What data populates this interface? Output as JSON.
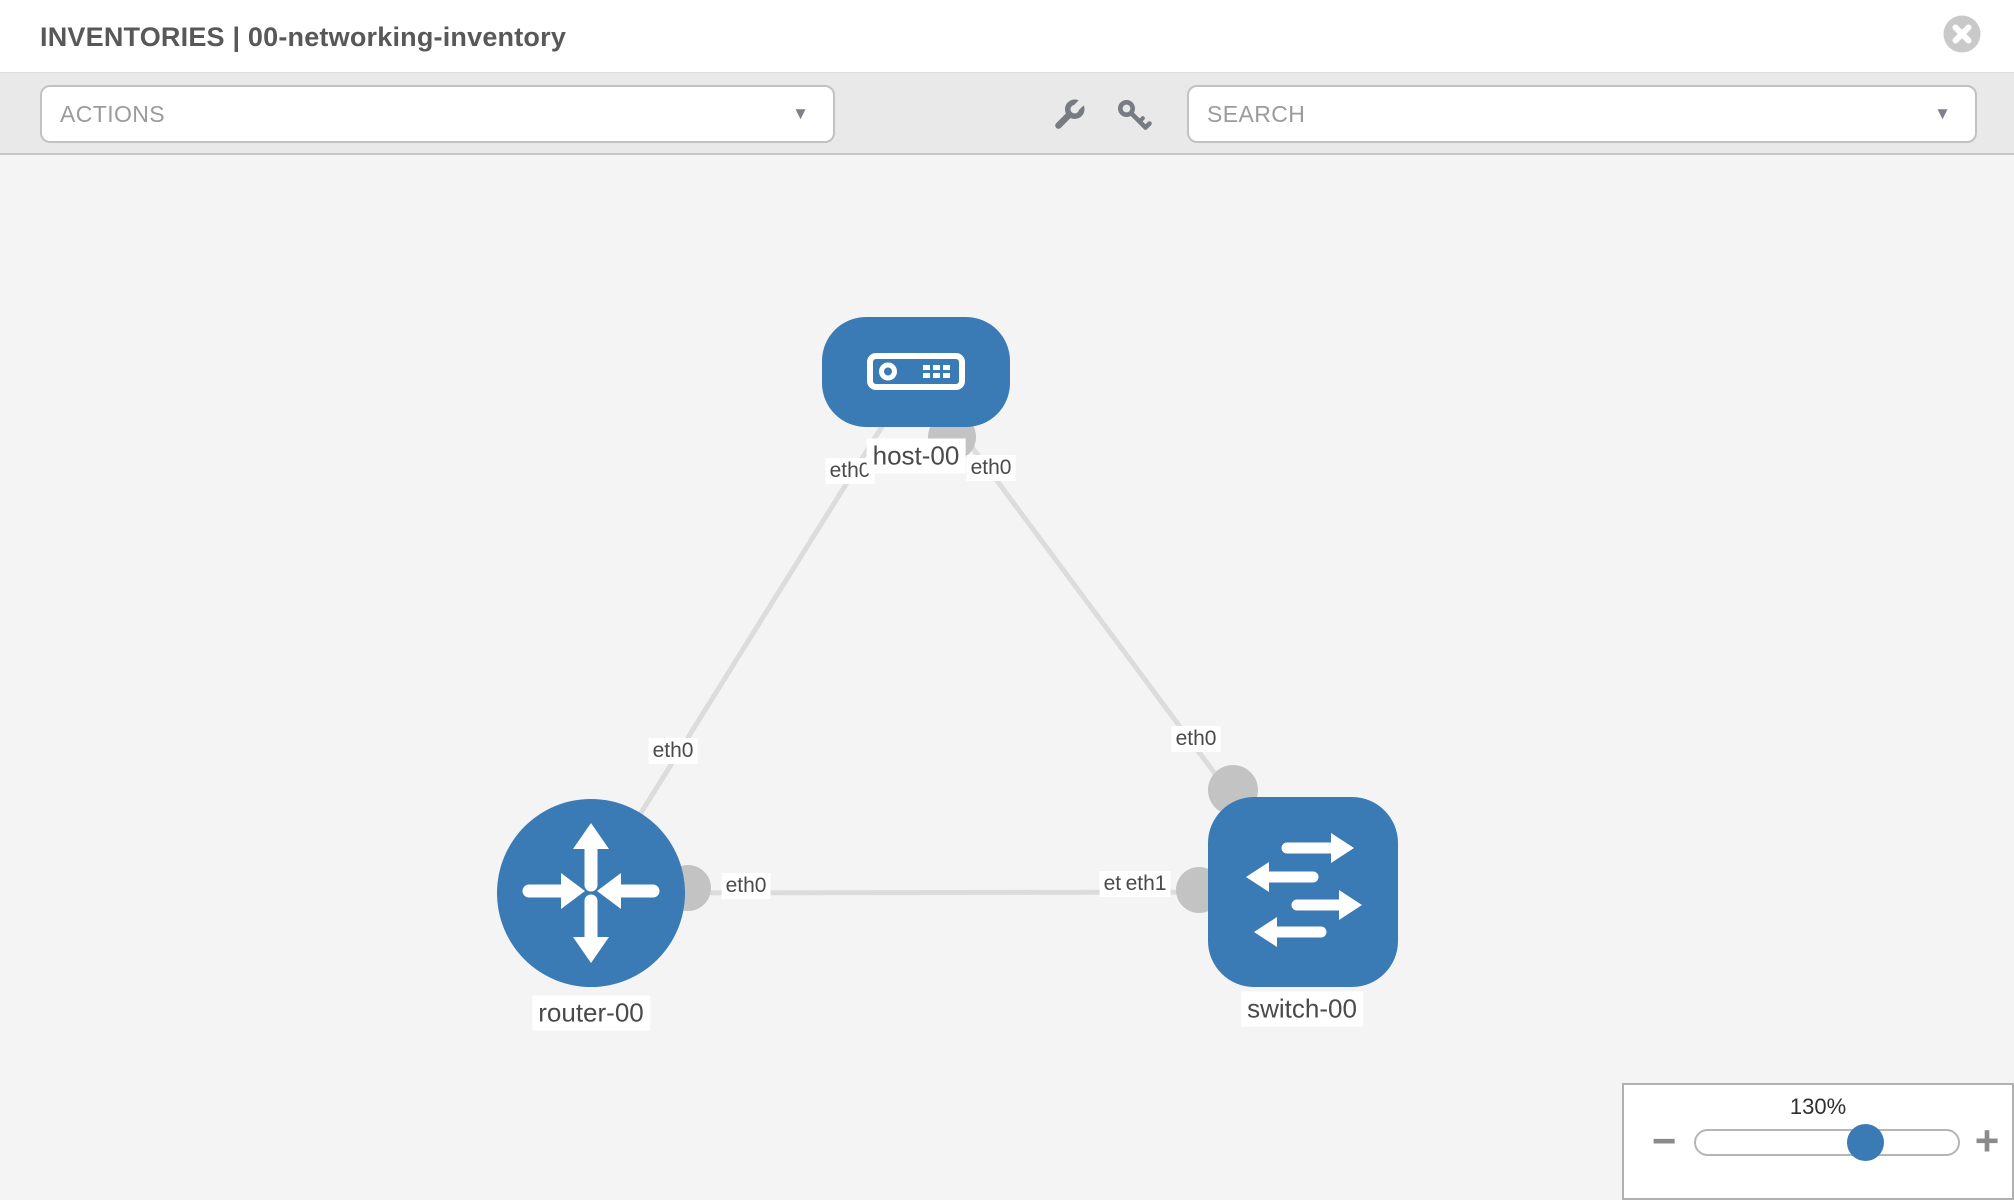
{
  "window": {
    "title": "INVENTORIES | 00-networking-inventory"
  },
  "toolbar": {
    "actions_label": "ACTIONS",
    "search_placeholder": "SEARCH"
  },
  "icons": {
    "close": "x-circle",
    "wrench": "wrench",
    "key": "key",
    "caret": "▼",
    "zoom_out": "−",
    "zoom_in": "+"
  },
  "graph": {
    "nodes": [
      {
        "id": "host-00",
        "label": "host-00",
        "type": "host"
      },
      {
        "id": "router-00",
        "label": "router-00",
        "type": "router"
      },
      {
        "id": "switch-00",
        "label": "switch-00",
        "type": "switch"
      }
    ],
    "links": [
      {
        "source": "router-00",
        "source_iface": "eth0",
        "target": "host-00",
        "target_iface": "eth0"
      },
      {
        "source": "host-00",
        "source_iface": "eth0",
        "target": "switch-00",
        "target_iface": "eth0"
      },
      {
        "source": "router-00",
        "source_iface": "eth0",
        "target": "switch-00",
        "target_iface": "eth1"
      }
    ],
    "iface_labels": {
      "host_to_router": "eth0",
      "host_to_switch": "eth0",
      "router_to_host": "eth0",
      "switch_to_host": "eth0",
      "router_to_switch": "eth0",
      "switch_to_router_behind": "eth0",
      "switch_to_router": "eth1"
    }
  },
  "zoom_control": {
    "level": "130%",
    "value_percent": 130
  },
  "colors": {
    "node_blue": "#3a7ab5",
    "link_gray": "#dcdcdc",
    "iface_gray": "#c3c3c3",
    "canvas_bg": "#f4f4f4",
    "toolbar_bg": "#e9e9e9",
    "label_text": "#4a4a4a"
  }
}
